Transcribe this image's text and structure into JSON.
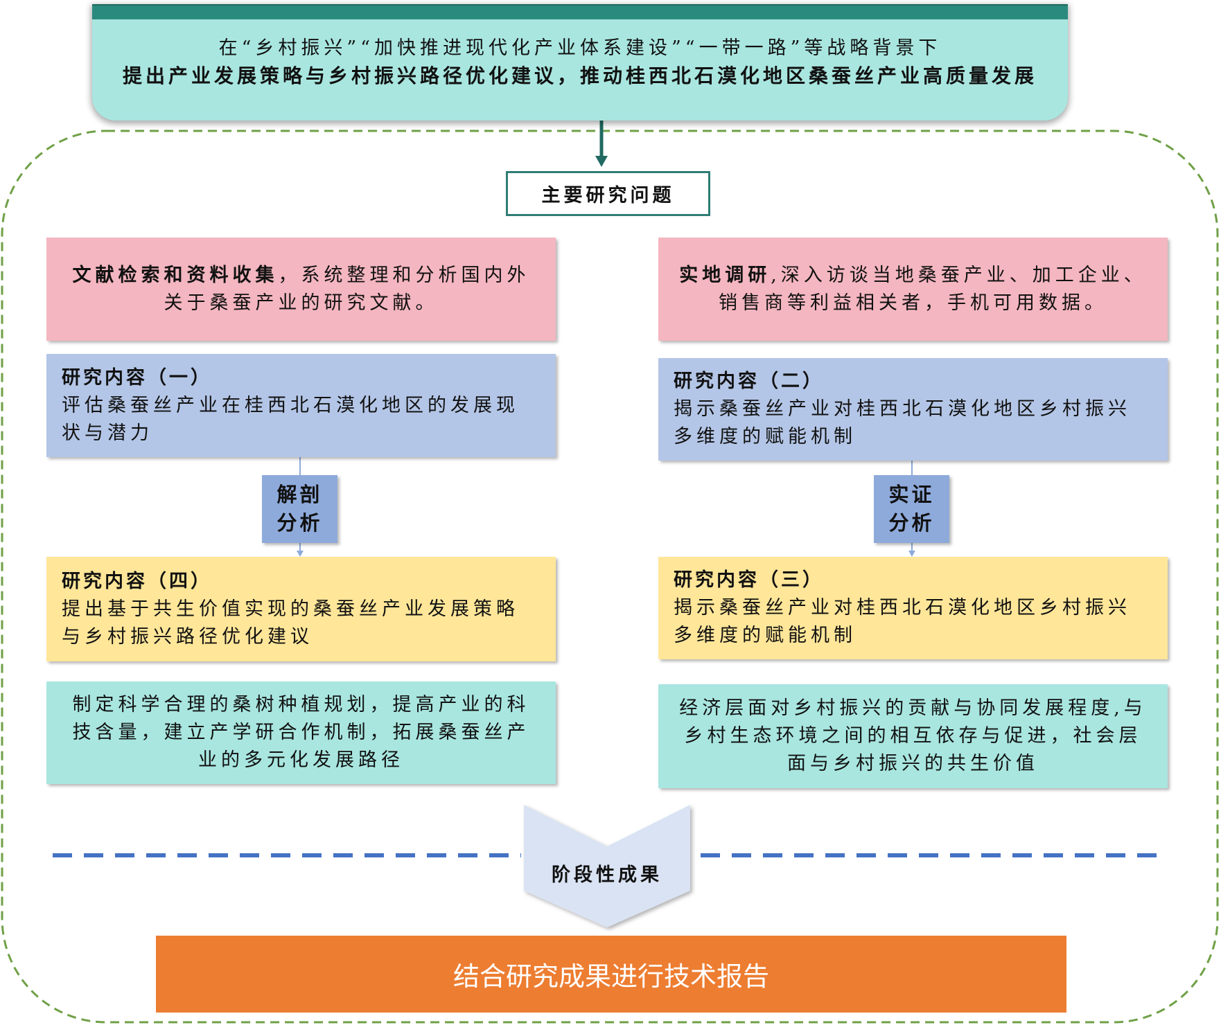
{
  "colors": {
    "banner_stripe": "#2a8a7e",
    "banner_fill": "#a9e6e0",
    "question_border": "#2e7d74",
    "arrow": "#1f6a62",
    "frame_dash": "#6fa046",
    "pink": "#f4b6c0",
    "blue": "#b4c6e7",
    "analysis": "#8eaadb",
    "connector": "#8eaadb",
    "yellow": "#ffe699",
    "teal": "#a9e6e0",
    "divider": "#4472c4",
    "phase": "#dae3f3",
    "orange": "#ed7d31",
    "final_text": "#ffffff",
    "text": "#111111"
  },
  "background": {
    "line1": "在“乡村振兴”“加快推进现代化产业体系建设”“一带一路”等战略背景下",
    "line2": "提出产业发展策略与乡村振兴路径优化建议，推动桂西北石漠化地区桑蚕丝产业高质量发展"
  },
  "main_question": "主要研究问题",
  "left_column": {
    "method": {
      "lead": "文献检索和资料收集",
      "lines": [
        "，系统整理和分析国内外",
        "关于桑蚕产业的研究文献。"
      ]
    },
    "content_1": {
      "title": "研究内容（一）",
      "lines": [
        "评估桑蚕丝产业在桂西北石漠化地区的发展现",
        "状与潜力"
      ]
    },
    "analysis": {
      "lines": [
        "解剖",
        "分析"
      ]
    },
    "content_4": {
      "title": "研究内容（四）",
      "lines": [
        "提出基于共生价值实现的桑蚕丝产业发展策略",
        "与乡村振兴路径优化建议"
      ]
    },
    "outcome": {
      "lines": [
        "制定科学合理的桑树种植规划，提高产业的科",
        "技含量，建立产学研合作机制，拓展桑蚕丝产",
        "业的多元化发展路径"
      ]
    }
  },
  "right_column": {
    "method": {
      "lead": "实地调研",
      "lines": [
        ",深入访谈当地桑蚕产业、加工企业、",
        "销售商等利益相关者，手机可用数据。"
      ]
    },
    "content_2": {
      "title": "研究内容（二）",
      "lines": [
        "揭示桑蚕丝产业对桂西北石漠化地区乡村振兴",
        "多维度的赋能机制"
      ]
    },
    "analysis": {
      "lines": [
        "实证",
        "分析"
      ]
    },
    "content_3": {
      "title": "研究内容（三）",
      "lines": [
        "揭示桑蚕丝产业对桂西北石漠化地区乡村振兴",
        "多维度的赋能机制"
      ]
    },
    "outcome": {
      "lines": [
        "经济层面对乡村振兴的贡献与协同发展程度,与",
        "乡村生态环境之间的相互依存与促进，社会层",
        "面与乡村振兴的共生价值"
      ]
    }
  },
  "phase_result": "阶段性成果",
  "final_report": "结合研究成果进行技术报告"
}
